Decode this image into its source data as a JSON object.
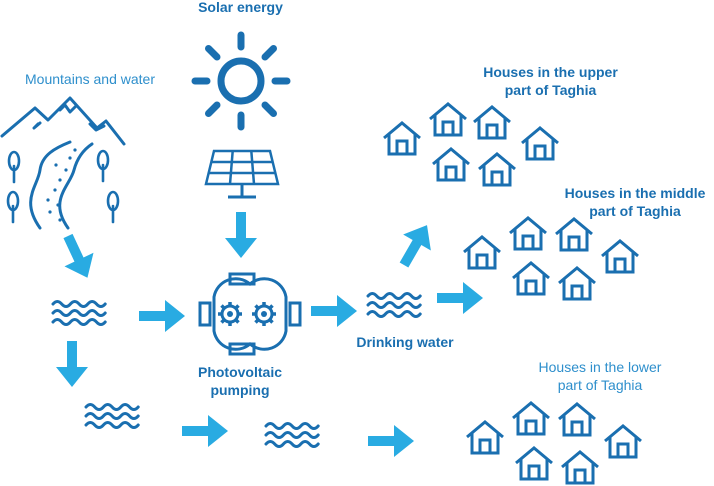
{
  "colors": {
    "icon": "#1a6fb0",
    "arrow": "#29abe2",
    "label_bold": "#1a6fb0",
    "label_light": "#2e8fcc"
  },
  "labels": {
    "solar": "Solar energy",
    "mountains": "Mountains and water",
    "pumping_line1": "Photovoltaic",
    "pumping_line2": "pumping",
    "drinking": "Drinking water",
    "upper_line1": "Houses in the upper",
    "upper_line2": "part of Taghia",
    "middle_line1": "Houses in the middle",
    "middle_line2": "part of Taghia",
    "lower_line1": "Houses in the lower",
    "lower_line2": "part of Taghia"
  },
  "icons": {
    "sun": "sun-icon",
    "solar_panel": "solar-panel-icon",
    "mountains": "mountains-river-icon",
    "pump": "pump-gears-icon",
    "water": "water-waves-icon",
    "house": "house-icon",
    "arrow": "flow-arrow"
  }
}
